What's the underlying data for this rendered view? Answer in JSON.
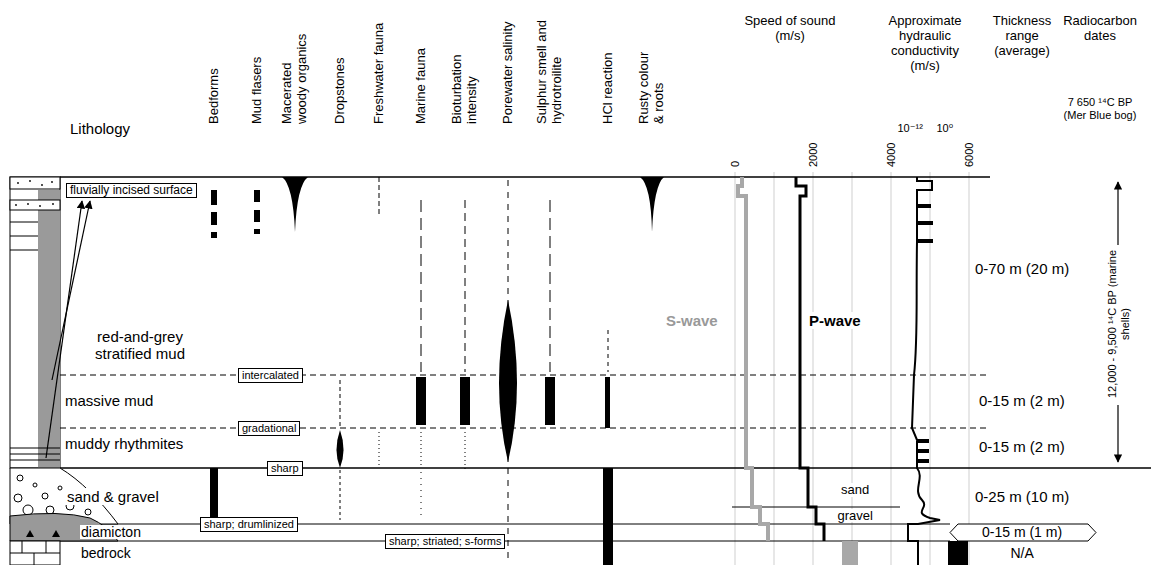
{
  "diagram": {
    "nodes": [
      {
        "text": [
          "fluvially incised surface"
        ]
      },
      {
        "text": [
          "intercalated"
        ]
      },
      {
        "text": [
          "gradational"
        ]
      },
      {
        "text": [
          "sharp"
        ]
      },
      {
        "text": [
          "sharp; drumlinized"
        ]
      },
      {
        "text": [
          "sharp; striated; s-forms"
        ]
      }
    ],
    "labels": [
      "Lithology",
      "Bedforms",
      "Mud flasers",
      "Macerated woody organics",
      "Dropstones",
      "Freshwater fauna",
      "Marine fauna",
      "Bioturbation intensity",
      "Porewater salinity",
      "Sulphur smell and hydrotroilite",
      "HCl reaction",
      "Rusty colour & roots",
      "Speed of sound (m/s)",
      "0",
      "2000",
      "4000",
      "6000",
      "Approximate hydraulic conductivity (m/s)",
      "10⁻¹²",
      "10⁰",
      "Thickness range (average)",
      "Radiocarbon dates",
      "7 650 ¹⁴C BP (Mer Blue bog)",
      "red-and-grey stratified mud",
      "massive mud",
      "muddy rhythmites",
      "sand & gravel",
      "diamicton",
      "bedrock",
      "S-wave",
      "P-wave",
      "sand",
      "gravel",
      "0-70 m (20 m)",
      "0-15 m (2 m)",
      "0-15 m (2 m)",
      "0-25 m (10 m)",
      "0-15 m (1 m)",
      "N/A",
      "12,000 - 9,500 ¹⁴C BP (marine shells)"
    ]
  }
}
